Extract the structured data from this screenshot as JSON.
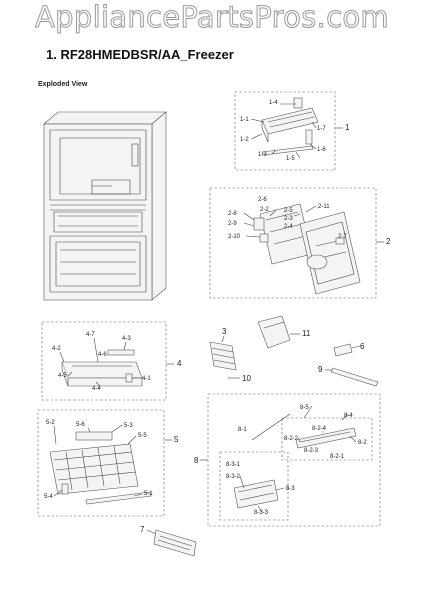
{
  "watermark": "AppliancePartsPros.com",
  "title": "1.  RF28HMEDBSR/AA_Freezer",
  "subtitle": "Exploded View",
  "callouts": {
    "c1": "1",
    "c1_1": "1-1",
    "c1_2": "1-2",
    "c1_3": "1-3",
    "c1_4": "1-4",
    "c1_5": "1-5",
    "c1_6": "1-6",
    "c1_7": "1-7",
    "c2": "2",
    "c2_2": "2-2",
    "c2_3": "2-3",
    "c2_4": "2-4",
    "c2_5": "2-5",
    "c2_6": "2-6",
    "c2_7": "2-7",
    "c2_8": "2-8",
    "c2_9": "2-9",
    "c2_10": "2-10",
    "c2_11": "2-11",
    "c3": "3",
    "c4": "4",
    "c4_1": "4-1",
    "c4_2": "4-2",
    "c4_3": "4-3",
    "c4_4": "4-4",
    "c4_5": "4-5",
    "c4_6": "4-6",
    "c4_7": "4-7",
    "c5": "5",
    "c5_1": "5-1",
    "c5_2": "5-2",
    "c5_3": "5-3",
    "c5_4": "5-4",
    "c5_5": "5-5",
    "c5_6": "5-6",
    "c6": "6",
    "c7": "7",
    "c8": "8",
    "c8_1": "8-1",
    "c8_2": "8-2",
    "c8_2_1": "8-2-1",
    "c8_2_2": "8-2-2",
    "c8_2_3": "8-2-3",
    "c8_2_4": "8-2-4",
    "c8_3": "8-3",
    "c8_3_1": "8-3-1",
    "c8_3_2": "8-3-2",
    "c8_3_3": "8-3-3",
    "c8_4": "8-4",
    "c8_5": "8-5",
    "c9": "9",
    "c10": "10",
    "c11": "11"
  }
}
